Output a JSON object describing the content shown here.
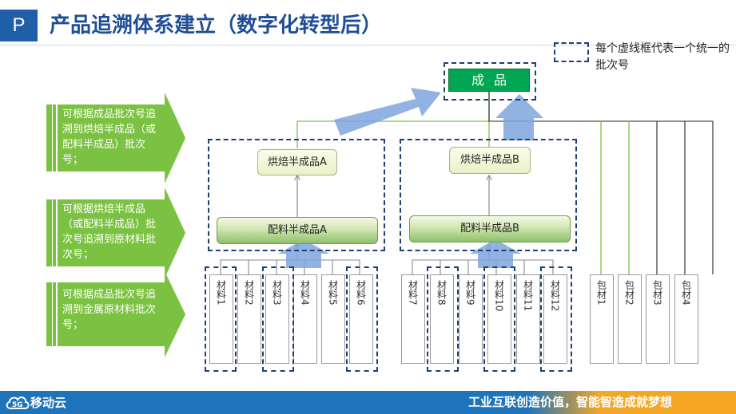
{
  "header": {
    "badge": "P",
    "title": "产品追溯体系建立（数字化转型后）"
  },
  "legend": {
    "text": "每个虚线框代表一个统一的批次号"
  },
  "final_product": {
    "label": "成品"
  },
  "group_a": {
    "baked": "烘焙半成品A",
    "mixed": "配料半成品A"
  },
  "group_b": {
    "baked": "烘焙半成品B",
    "mixed": "配料半成品B"
  },
  "materials_a": [
    "材料1",
    "材料2",
    "材料3",
    "材料4",
    "材料5",
    "材料6"
  ],
  "materials_b": [
    "材料7",
    "材料8",
    "材料9",
    "材料10",
    "材料11",
    "材料12"
  ],
  "packaging": [
    "包材1",
    "包材2",
    "包材3",
    "包材4"
  ],
  "side_notes": [
    "可根据成品批次号追溯到烘焙半成品（或配料半成品）批次号；",
    "可根据烘焙半成品（或配料半成品）批次号追溯到原材料批次号；",
    "可根据成品批次号追溯到金属原材料批次号；"
  ],
  "footer": {
    "logo": "移动云",
    "slogan": "工业互联创造价值，智能智造成就梦想"
  },
  "colors": {
    "title_blue": "#1f4e97",
    "product_green": "#00a651",
    "arrow_green": "#7cc242",
    "big_arrow_blue": "#7ea4dd",
    "footer_blue": "#1e74ba",
    "footer_orange": "#f5a623"
  }
}
